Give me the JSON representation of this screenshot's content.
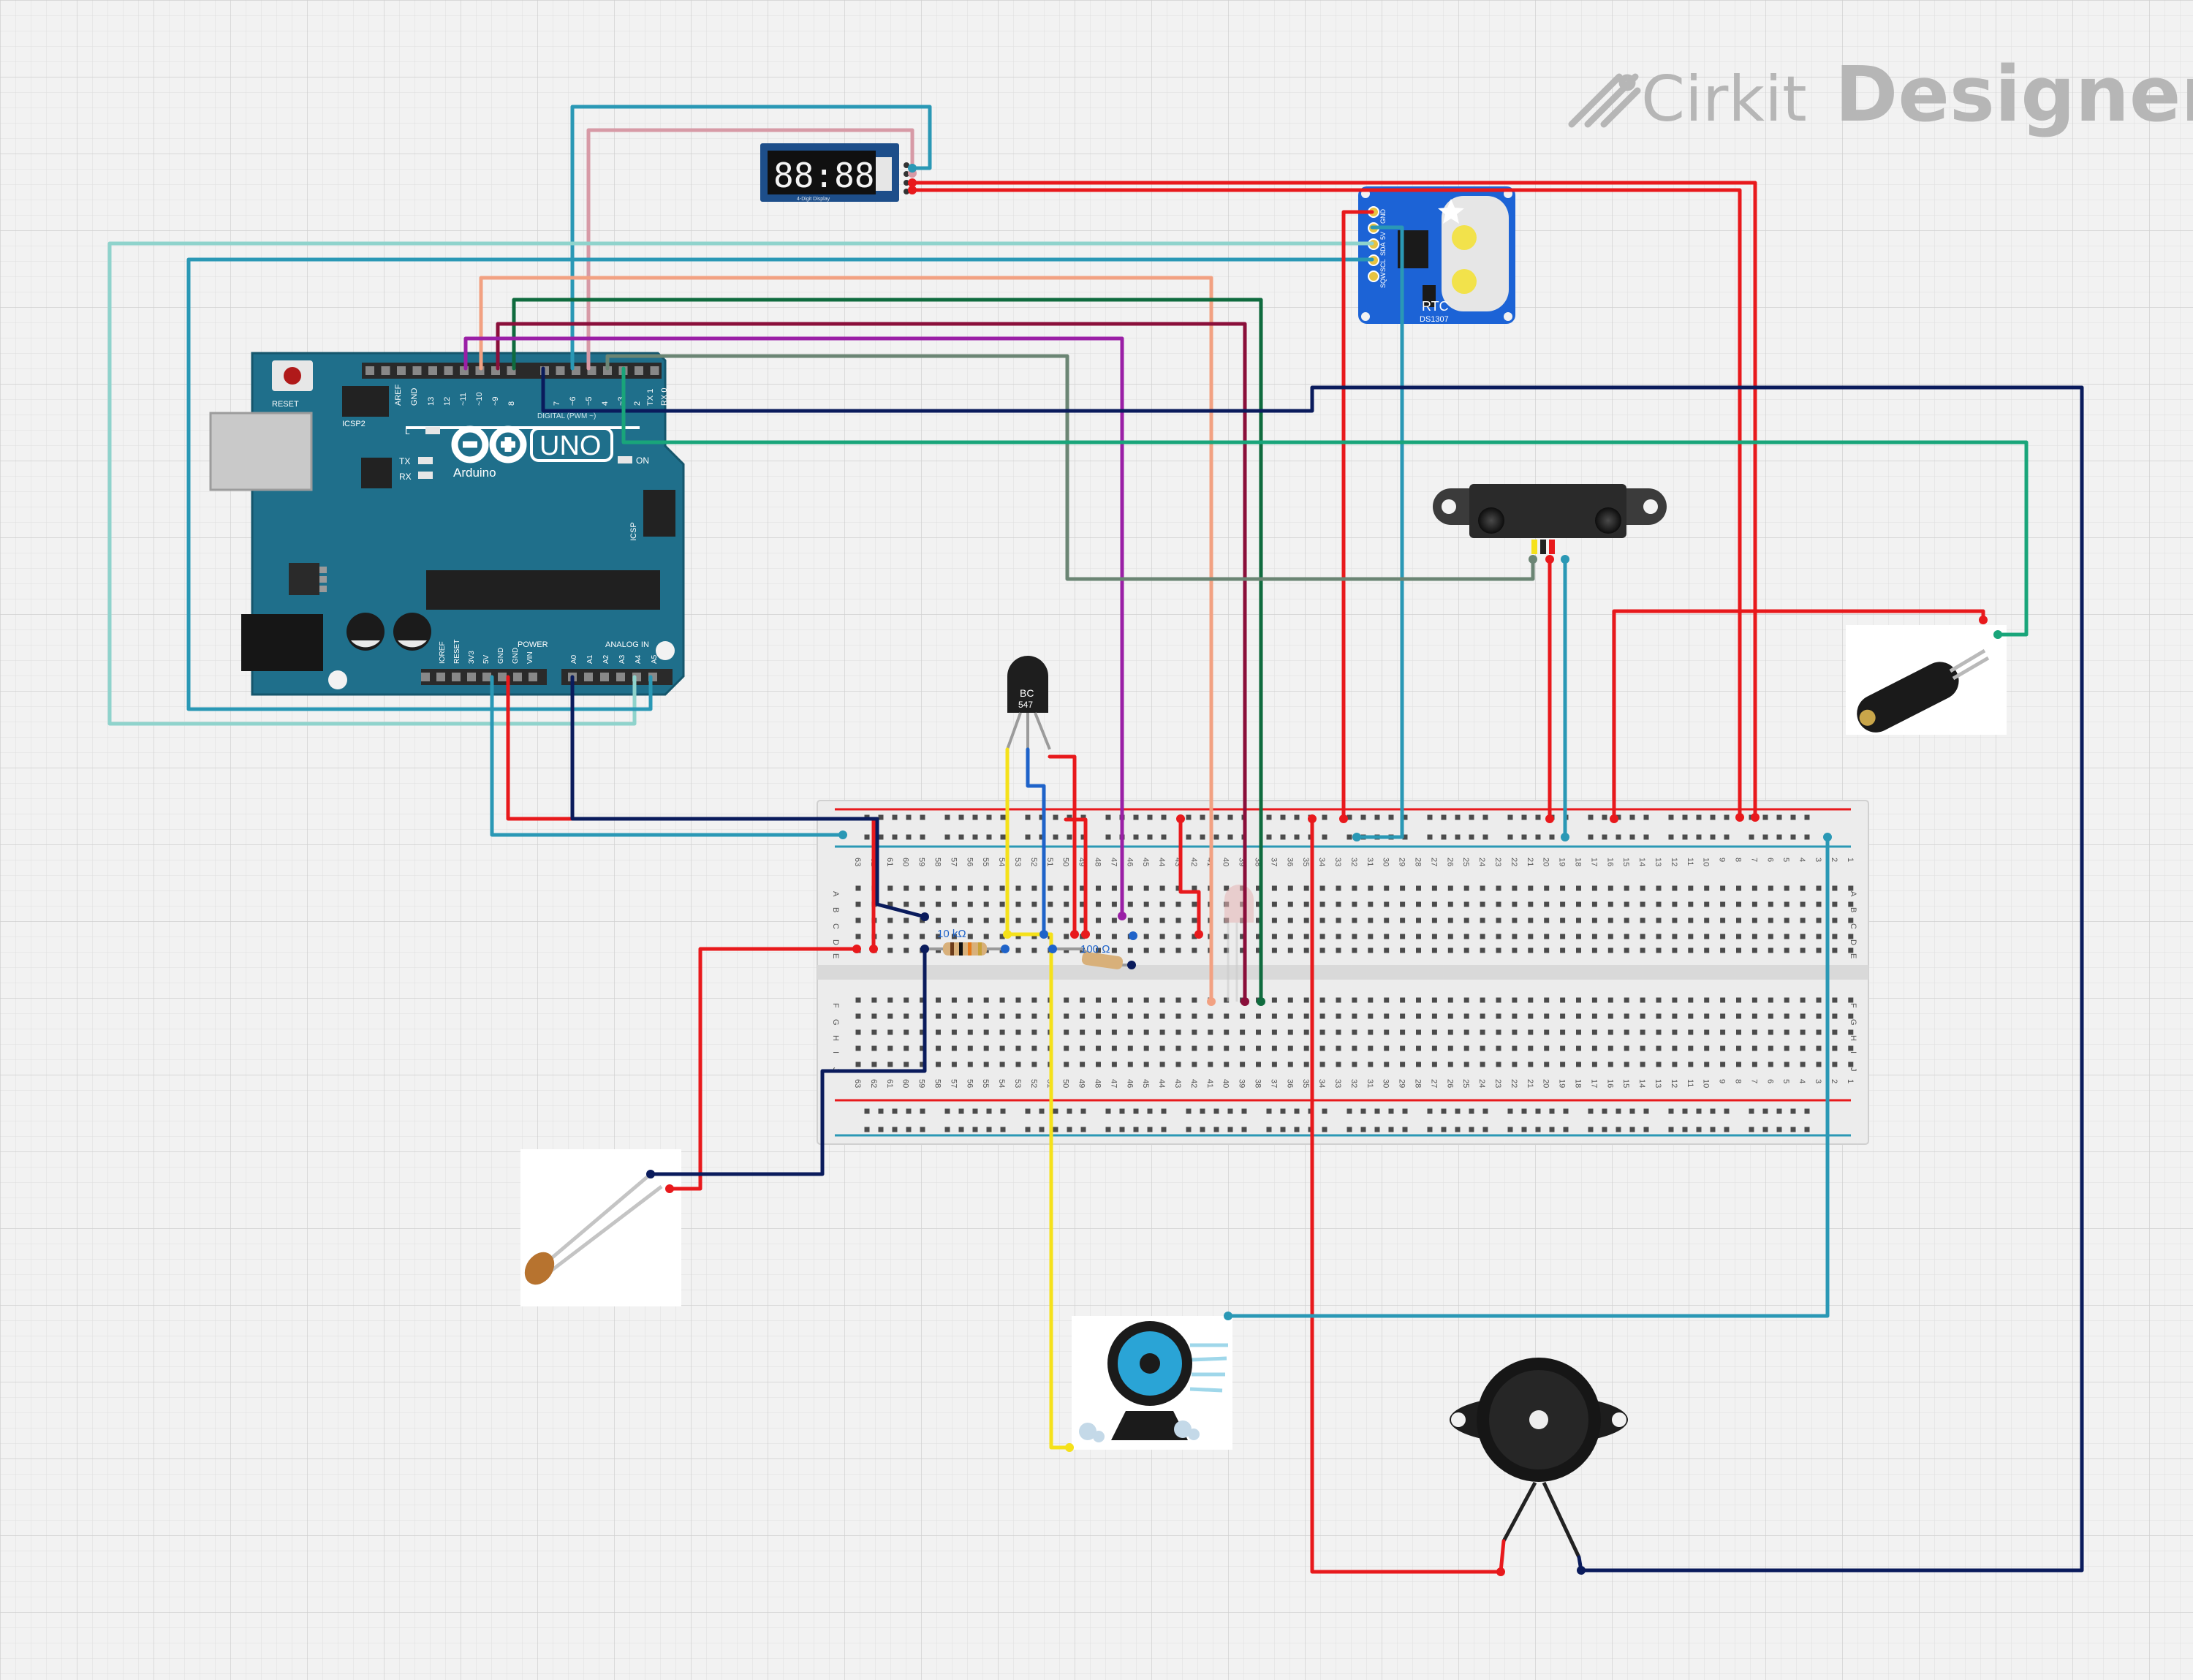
{
  "brand": {
    "name_light": "Cirkit",
    "name_bold": "Designer"
  },
  "arduino": {
    "board_name": "UNO",
    "maker": "Arduino",
    "reset_label": "RESET",
    "icsp2_label": "ICSP2",
    "icsp_label": "ICSP",
    "digital_label": "DIGITAL (PWM ~)",
    "power_label": "POWER",
    "analog_label": "ANALOG IN",
    "led_labels": [
      "L",
      "TX",
      "RX",
      "ON"
    ],
    "top_pin_labels": [
      "AREF",
      "GND",
      "13",
      "12",
      "~11",
      "~10",
      "~9",
      "8",
      "7",
      "~6",
      "~5",
      "4",
      "~3",
      "2",
      "TX 1",
      "RX 0"
    ],
    "power_pin_labels": [
      "IOREF",
      "RESET",
      "3V3",
      "5V",
      "GND",
      "GND",
      "VIN"
    ],
    "analog_pin_labels": [
      "A0",
      "A1",
      "A2",
      "A3",
      "A4",
      "A5"
    ]
  },
  "display": {
    "digits": "88:88",
    "caption": "4-Digit Display"
  },
  "rtc": {
    "label": "RTC",
    "chip": "DS1307",
    "pins": [
      "GND",
      "5V",
      "SDA",
      "SCL",
      "SQW"
    ]
  },
  "transistor": {
    "line1": "BC",
    "line2": "547"
  },
  "resistors": [
    {
      "label": "10 kΩ"
    },
    {
      "label": "100 Ω"
    }
  ],
  "breadboard": {
    "row_letters_top": [
      "A",
      "B",
      "C",
      "D",
      "E"
    ],
    "row_letters_bottom": [
      "F",
      "G",
      "H",
      "I",
      "J"
    ],
    "columns": 63
  },
  "colors": {
    "wire_red": "#e8191c",
    "wire_navy": "#0a1b5c",
    "wire_teal": "#2a98b5",
    "wire_lightteal": "#8fd3cc",
    "wire_salmon": "#f2a182",
    "wire_green": "#0f6b3e",
    "wire_maroon": "#8a0f3a",
    "wire_purple": "#9a1fa6",
    "wire_gray": "#6b8574",
    "wire_pink": "#d79aa6",
    "wire_seagreen": "#19a57a",
    "wire_yellow": "#f5e11a",
    "wire_blue": "#1f63c9",
    "board_blue": "#1f6f8b"
  }
}
